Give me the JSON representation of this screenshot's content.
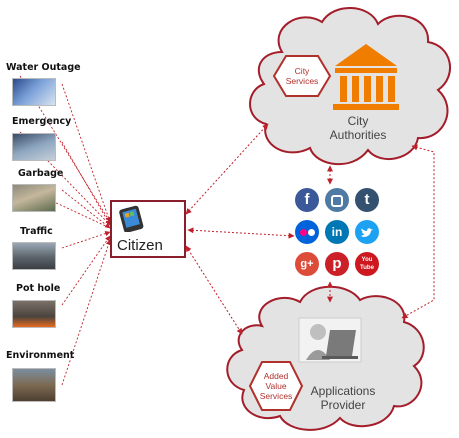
{
  "sources": [
    {
      "label": "Water Outage"
    },
    {
      "label": "Emergency"
    },
    {
      "label": "Garbage"
    },
    {
      "label": "Traffic"
    },
    {
      "label": "Pot hole"
    },
    {
      "label": "Environment"
    }
  ],
  "citizen": {
    "label": "Citizen"
  },
  "city": {
    "services_line1": "City",
    "services_line2": "Services",
    "name_line1": "City",
    "name_line2": "Authorities"
  },
  "provider": {
    "services_line1": "Added",
    "services_line2": "Value",
    "services_line3": "Services",
    "name_line1": "Applications",
    "name_line2": "Provider"
  },
  "social": {
    "facebook": "f",
    "tumblr": "t",
    "linkedin": "in",
    "googleplus": "g+",
    "pinterest": "p",
    "youtube": "You Tube"
  },
  "colors": {
    "arrow": "#c0202a",
    "cloud_border": "#a31d2a",
    "hex": "#b0302c",
    "bank": "#f07c00",
    "facebook": "#3b5998",
    "instagram": "#4f7aa3",
    "tumblr": "#34526f",
    "flickr": "#0063dc",
    "linkedin": "#0077b5",
    "twitter": "#1da1f2",
    "googleplus": "#dd4b39",
    "pinterest": "#cb2027",
    "youtube": "#cc181e"
  }
}
